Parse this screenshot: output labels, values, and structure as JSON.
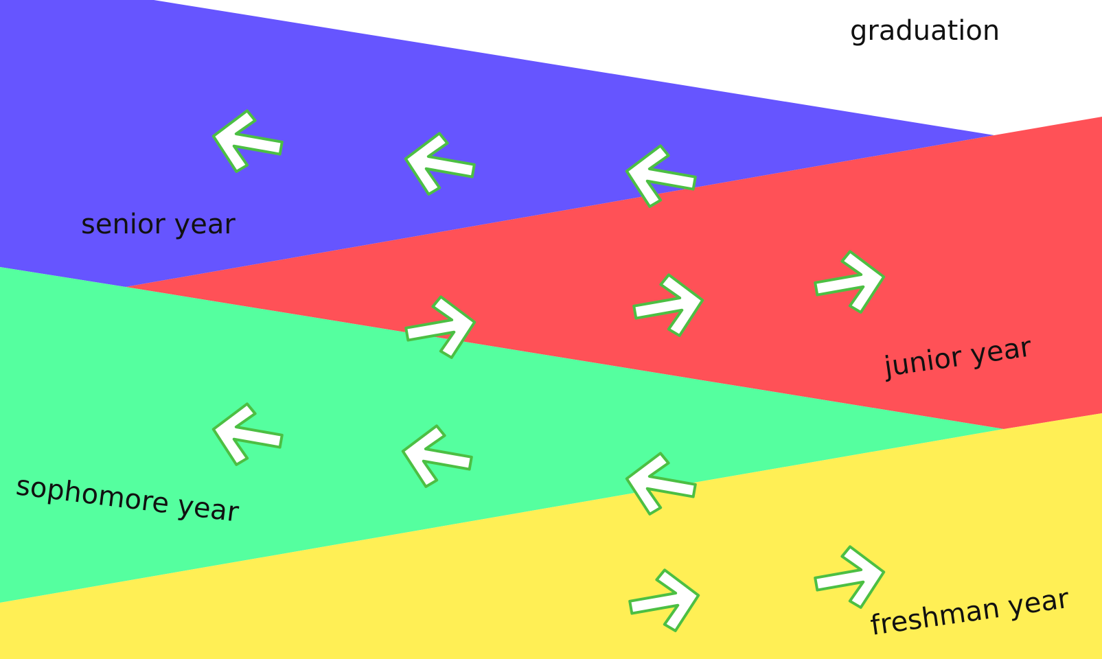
{
  "labels": {
    "graduation": "graduation",
    "senior": "senior year",
    "junior": "junior year",
    "sophomore": "sophomore year",
    "freshman": "freshman year"
  },
  "colors": {
    "background": "#ffffff",
    "senior_band": "#6655ff",
    "junior_band": "#ff5157",
    "sophomore_band": "#55ff9f",
    "freshman_band": "#ffef55",
    "arrow_fill": "#ffffff",
    "arrow_outline": "#4cbf43",
    "text": "#111111"
  },
  "arrows": {
    "icon": "arrow-icon",
    "groups": [
      {
        "band": "senior",
        "direction": "up-left",
        "count": 3
      },
      {
        "band": "junior",
        "direction": "up-right",
        "count": 3
      },
      {
        "band": "sophomore",
        "direction": "up-left",
        "count": 3
      },
      {
        "band": "freshman",
        "direction": "up-right",
        "count": 2
      }
    ]
  }
}
